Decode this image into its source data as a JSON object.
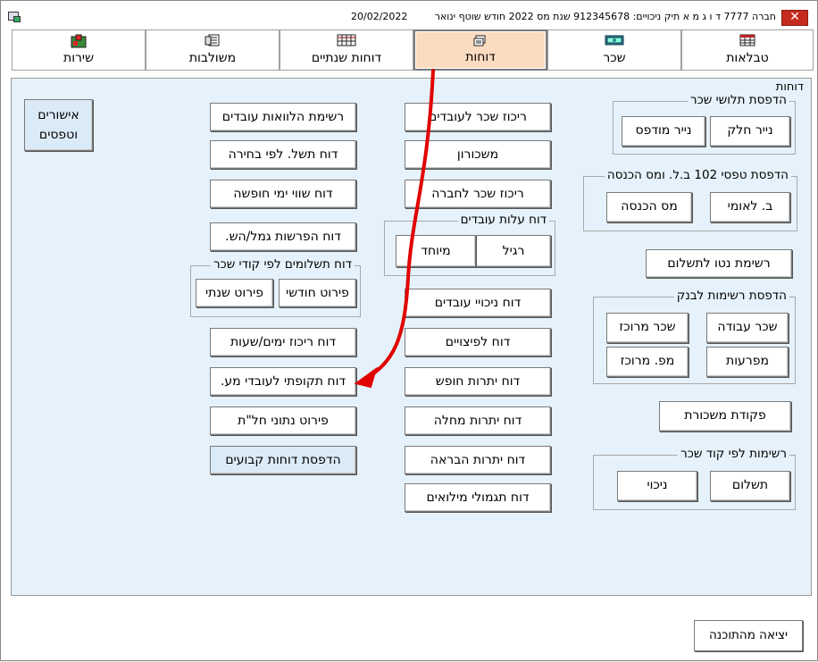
{
  "titlebar": {
    "title": "חברה 7777 ד ו ג מ א תיק ניכויים: 912345678 שנת מס 2022 חודש שוטף ינואר",
    "date": "20/02/2022",
    "close_symbol": "✕"
  },
  "tabs": [
    {
      "label": "טבלאות",
      "icon": "table-icon"
    },
    {
      "label": "שכר",
      "icon": "salary-icon"
    },
    {
      "label": "דוחות",
      "icon": "reports-icon",
      "active": true
    },
    {
      "label": "דוחות שנתיים",
      "icon": "annual-reports-icon"
    },
    {
      "label": "משולבות",
      "icon": "combined-icon"
    },
    {
      "label": "שירות",
      "icon": "service-icon"
    }
  ],
  "panel": {
    "title": "דוחות",
    "approvals_button": "אישורים\nוטפסים",
    "col_left": [
      "רשימת הלוואות עובדים",
      "דוח תשל. לפי בחירה",
      "דוח שווי ימי חופשה",
      "דוח הפרשות גמל/הש.",
      "דוח ריכוז ימים/שעות",
      "דוח תקופתי לעובדי מע.",
      "פירוט נתוני חל\"ת",
      "הדפסת דוחות קבועים"
    ],
    "payments_group": {
      "title": "דוח תשלומים לפי קודי שכר",
      "monthly": "פירוט חודשי",
      "yearly": "פירוט שנתי"
    },
    "col_middle": [
      "ריכוז שכר לעובדים",
      "משכורון",
      "ריכוז שכר לחברה",
      "דוח ניכויי עובדים",
      "דוח לפיצויים",
      "דוח יתרות חופש",
      "דוח יתרות מחלה",
      "דוח יתרות הבראה",
      "דוח תגמולי מילואים"
    ],
    "cost_group": {
      "title": "דוח עלות עובדים",
      "regular": "רגיל",
      "special": "מיוחד"
    },
    "payslip_group": {
      "title": "הדפסת תלושי שכר",
      "plain": "נייר חלק",
      "printed": "נייר מודפס"
    },
    "form102_group": {
      "title": "הדפסת טפסי 102 ב.ל. ומס הכנסה",
      "bl": "ב. לאומי",
      "tax": "מס הכנסה"
    },
    "net_list_button": "רשימת נטו לתשלום",
    "bank_group": {
      "title": "הדפסת רשימות לבנק",
      "work_salary": "שכר עבודה",
      "central_salary": "שכר מרוכז",
      "details": "מפרעות",
      "central_no": "מפ. מרוכז"
    },
    "salary_order_button": "פקודת משכורת",
    "by_code_group": {
      "title": "רשימות לפי קוד שכר",
      "payment": "תשלום",
      "deduction": "ניכוי"
    }
  },
  "exit_button": "יציאה מהתוכנה",
  "colors": {
    "panel_bg": "#e6f2fb",
    "active_tab": "#fbdcc0",
    "arrow": "#e00000",
    "close": "#c42b1c"
  }
}
